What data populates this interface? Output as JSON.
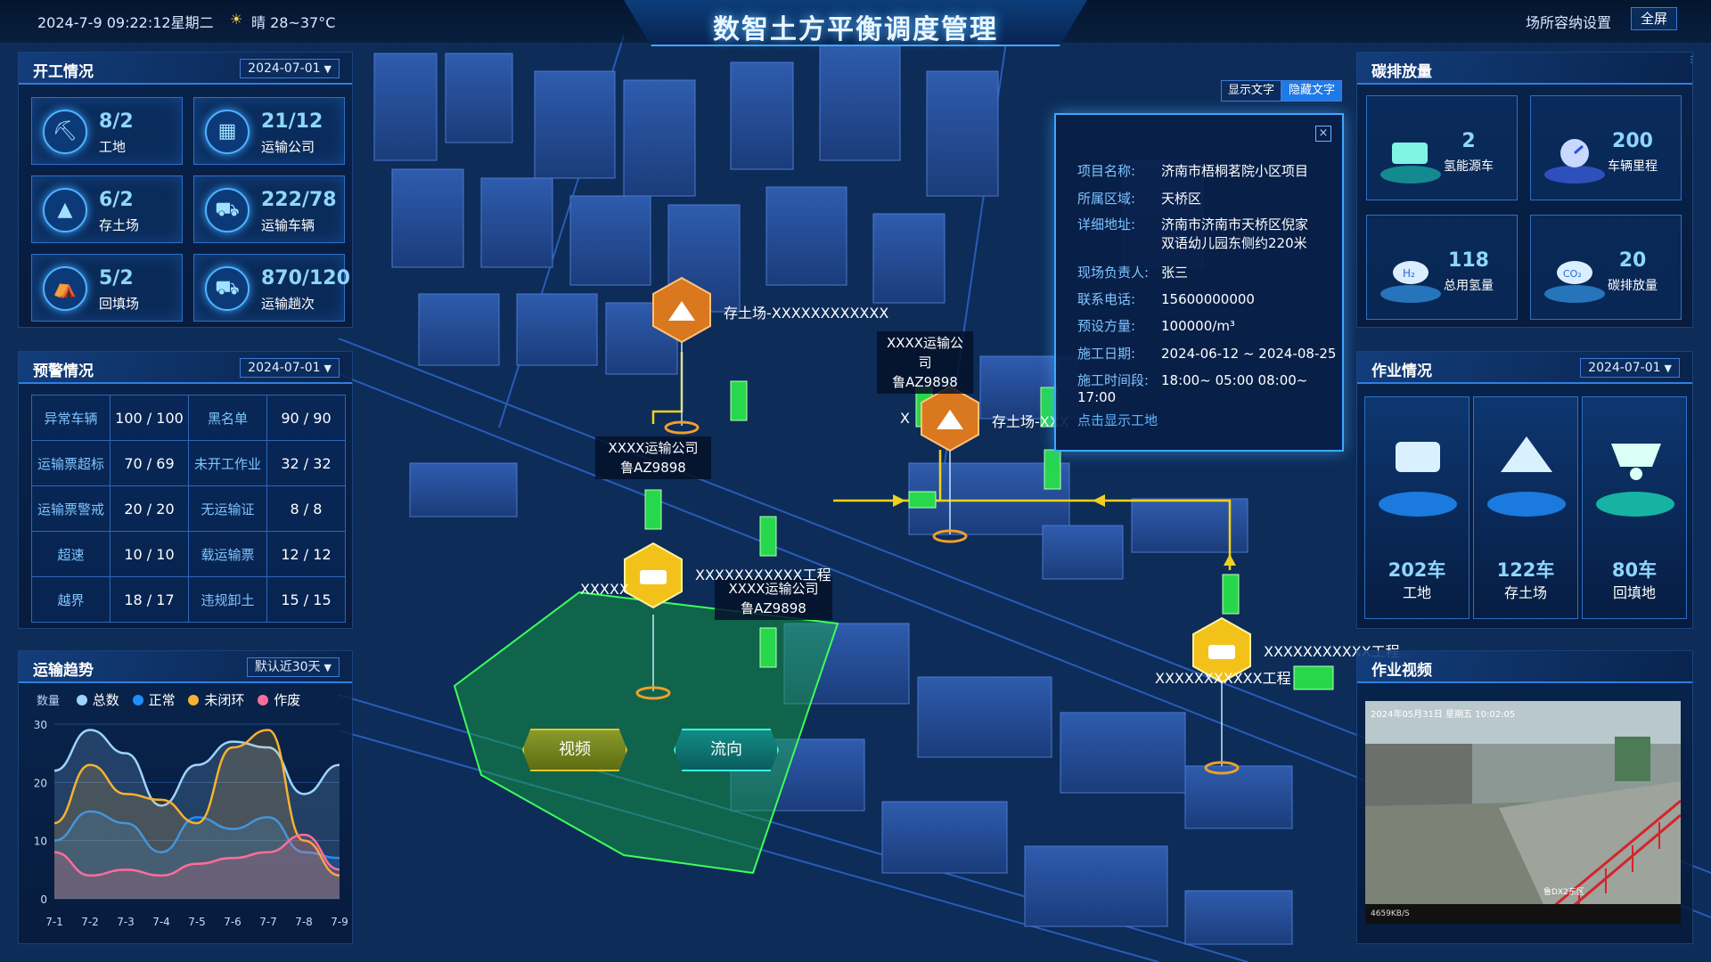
{
  "header": {
    "datetime": "2024-7-9  09:22:12星期二",
    "weather": "晴  28~37°C",
    "title": "数智土方平衡调度管理",
    "settings_label": "场所容纳设置",
    "fullscreen_label": "全屏"
  },
  "start_panel": {
    "title": "开工情况",
    "date": "2024-07-01",
    "cards": [
      {
        "value": "8/2",
        "label": "工地",
        "icon": "excavator-icon"
      },
      {
        "value": "21/12",
        "label": "运输公司",
        "icon": "building-icon"
      },
      {
        "value": "6/2",
        "label": "存土场",
        "icon": "mountain-icon"
      },
      {
        "value": "222/78",
        "label": "运输车辆",
        "icon": "truck-icon"
      },
      {
        "value": "5/2",
        "label": "回填场",
        "icon": "wheelbarrow-icon"
      },
      {
        "value": "870/120",
        "label": "运输趟次",
        "icon": "truck-trip-icon"
      }
    ]
  },
  "warning_panel": {
    "title": "预警情况",
    "date": "2024-07-01",
    "rows": [
      [
        "异常车辆",
        "100 / 100",
        "黑名单",
        "90 / 90"
      ],
      [
        "运输票超标",
        "70 / 69",
        "未开工作业",
        "32 / 32"
      ],
      [
        "运输票警戒",
        "20 / 20",
        "无运输证",
        "8 / 8"
      ],
      [
        "超速",
        "10 / 10",
        "载运输票",
        "12 / 12"
      ],
      [
        "越界",
        "18 / 17",
        "违规卸土",
        "15 / 15"
      ]
    ]
  },
  "trend_panel": {
    "title": "运输趋势",
    "range": "默认近30天"
  },
  "chart_data": {
    "type": "area",
    "ylabel": "数量",
    "ylim": [
      0,
      30
    ],
    "yticks": [
      0,
      10,
      20,
      30
    ],
    "x": [
      "7-1",
      "7-2",
      "7-3",
      "7-4",
      "7-5",
      "7-6",
      "7-7",
      "7-8",
      "7-9"
    ],
    "series": [
      {
        "name": "总数",
        "color": "#9ed3ff",
        "values": [
          22,
          29,
          25,
          16,
          23,
          27,
          26,
          18,
          23
        ]
      },
      {
        "name": "正常",
        "color": "#1e8fff",
        "values": [
          10,
          15,
          13,
          8,
          14,
          12,
          14,
          8,
          7
        ]
      },
      {
        "name": "未闭环",
        "color": "#f6b230",
        "values": [
          13,
          23,
          18,
          17,
          13,
          26,
          29,
          10,
          4
        ]
      },
      {
        "name": "作废",
        "color": "#ff6d9a",
        "values": [
          8,
          4,
          5,
          4,
          6,
          7,
          8,
          11,
          5
        ]
      }
    ]
  },
  "carbon_panel": {
    "title": "碳排放量",
    "cards": [
      {
        "value": "2",
        "label": "氢能源车",
        "icon": "hydrogen-truck-icon"
      },
      {
        "value": "200",
        "label": "车辆里程",
        "icon": "gauge-icon"
      },
      {
        "value": "118",
        "label": "总用氢量",
        "icon": "h2-cloud-icon"
      },
      {
        "value": "20",
        "label": "碳排放量",
        "icon": "co2-cloud-icon"
      }
    ]
  },
  "work_panel": {
    "title": "作业情况",
    "date": "2024-07-01",
    "items": [
      {
        "value": "202车",
        "label": "工地",
        "icon": "excavator-icon"
      },
      {
        "value": "122车",
        "label": "存土场",
        "icon": "mountain-icon"
      },
      {
        "value": "80车",
        "label": "回填地",
        "icon": "wheelbarrow-icon"
      }
    ]
  },
  "video_panel": {
    "title": "作业视频",
    "overlay_time": "2024年05月31日 星期五 10:02:05",
    "overlay_bottom_left": "4659KB/S",
    "overlay_bottom_right": "鲁DX2东区"
  },
  "map": {
    "show_text_label": "显示文字",
    "hide_text_label": "隐藏文字",
    "popup": {
      "rows": [
        {
          "k": "项目名称:",
          "v": "济南市梧桐茗院小区项目"
        },
        {
          "k": "所属区域:",
          "v": "天桥区"
        },
        {
          "k": "详细地址:",
          "v": "济南市济南市天桥区倪家"
        },
        {
          "k": "",
          "v": "双语幼儿园东侧约220米"
        },
        {
          "k": "现场负责人:",
          "v": "张三"
        },
        {
          "k": "联系电话:",
          "v": "15600000000"
        },
        {
          "k": "预设方量:",
          "v": "100000/m³"
        },
        {
          "k": "施工日期:",
          "v": "2024-06-12 ~ 2024-08-25"
        },
        {
          "k": "施工时间段:",
          "v": "18:00~ 05:00   08:00~ 17:00"
        }
      ],
      "link": "点击显示工地"
    },
    "labels": {
      "depot1": "存土场-XXXXXXXXXXXX",
      "depot2": "存土场-XXX",
      "company": "XXXX运输公司",
      "plate": "鲁AZ9898",
      "site1": "XXXXXXXXXXX工程",
      "site1_short": "XXXXX",
      "site2": "XXXXXXXXXXX工程",
      "site2_sub": "XXXXXXXXXXX工程",
      "x_mark": "X"
    },
    "video_btn": "视频",
    "flow_btn": "流向"
  },
  "colors": {
    "accent": "#3fa9ff",
    "green": "#24d84a",
    "yellow": "#f0d21c",
    "orange": "#e0781e",
    "gold": "#f2c21a"
  }
}
